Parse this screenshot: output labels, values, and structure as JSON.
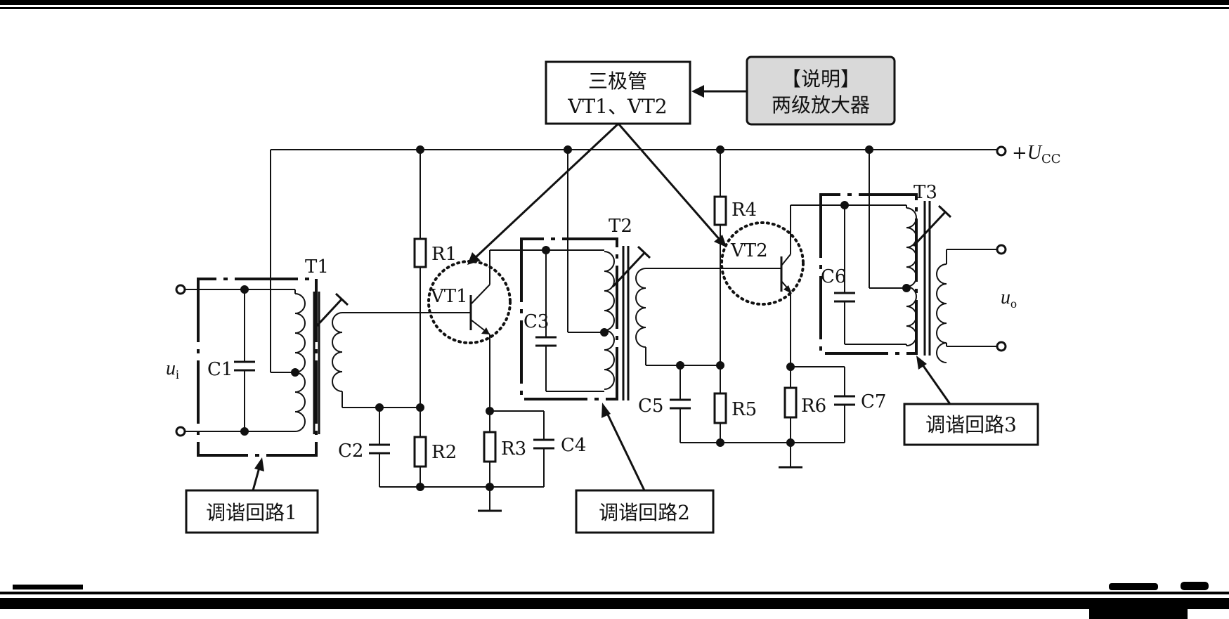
{
  "top_box": {
    "line1": "三极管",
    "line2": "VT1、VT2"
  },
  "note_box": {
    "line1": "【说明】",
    "line2": "两级放大器"
  },
  "supply": {
    "prefix": "+",
    "symbol": "U",
    "subscript": "CC"
  },
  "input": {
    "symbol": "u",
    "subscript": "i"
  },
  "output": {
    "symbol": "u",
    "subscript": "o"
  },
  "transformers": {
    "t1": "T1",
    "t2": "T2",
    "t3": "T3"
  },
  "transistors": {
    "vt1": "VT1",
    "vt2": "VT2"
  },
  "resistors": {
    "r1": "R1",
    "r2": "R2",
    "r3": "R3",
    "r4": "R4",
    "r5": "R5",
    "r6": "R6"
  },
  "capacitors": {
    "c1": "C1",
    "c2": "C2",
    "c3": "C3",
    "c4": "C4",
    "c5": "C5",
    "c6": "C6",
    "c7": "C7"
  },
  "tuning_labels": {
    "loop1": "调谐回路1",
    "loop2": "调谐回路2",
    "loop3": "调谐回路3"
  },
  "colors": {
    "line": "#111111",
    "note_fill": "#d9d9d9",
    "background": "#ffffff"
  }
}
